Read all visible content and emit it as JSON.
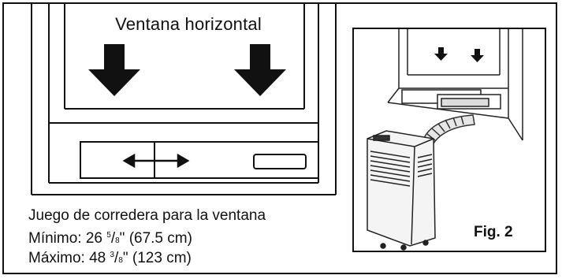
{
  "diagram": {
    "title": "Ventana horizontal",
    "caption": {
      "line1": "Juego de corredera para la ventana",
      "line2_prefix": "Mínimo: 26 ",
      "line2_num": "5",
      "line2_den": "8",
      "line2_suffix": "\" (67.5 cm)",
      "line3_prefix": "Máximo: 48 ",
      "line3_num": "3",
      "line3_den": "8",
      "line3_suffix": "\" (123 cm)"
    },
    "figure_label": "Fig. 2"
  }
}
